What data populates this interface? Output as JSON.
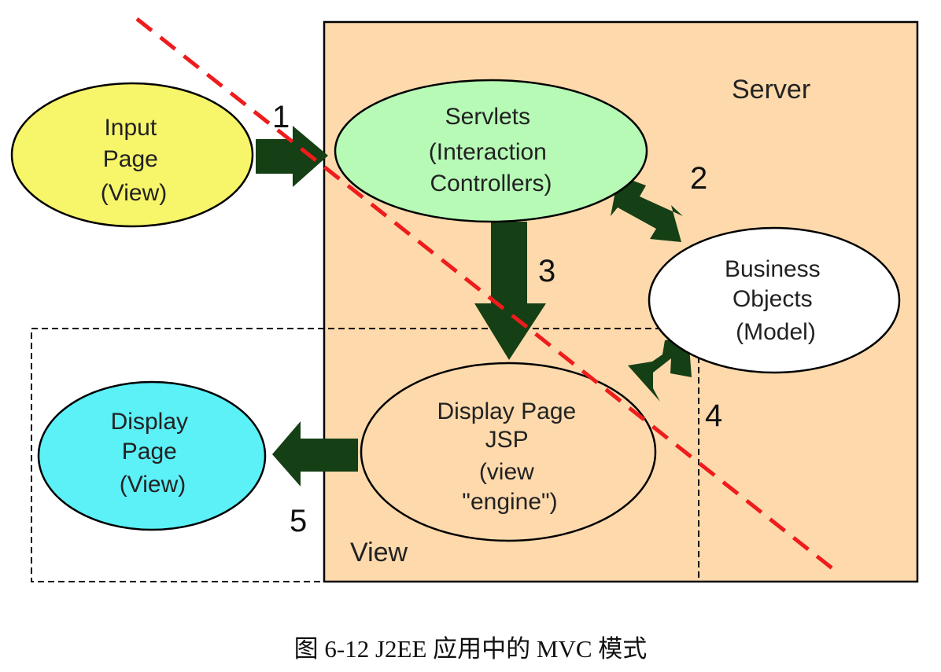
{
  "regions": {
    "server_label": "Server",
    "view_label": "View"
  },
  "nodes": {
    "input_page": {
      "lines": [
        "Input",
        "Page",
        "(View)"
      ],
      "fill": "#f7f56a"
    },
    "servlets": {
      "lines": [
        "Servlets",
        "(Interaction",
        "Controllers)"
      ],
      "fill": "#b6fab6"
    },
    "business_objects": {
      "lines": [
        "Business",
        "Objects",
        "(Model)"
      ],
      "fill": "#ffffff"
    },
    "display_jsp": {
      "lines": [
        "Display Page",
        "JSP",
        "(view",
        "\"engine\")"
      ],
      "fill": "#fdd9ac"
    },
    "display_page": {
      "lines": [
        "Display",
        "Page",
        "(View)"
      ],
      "fill": "#5cf0f7"
    }
  },
  "steps": {
    "s1": "1",
    "s2": "2",
    "s3": "3",
    "s4": "4",
    "s5": "5"
  },
  "colors": {
    "server_fill": "#fdd9ac",
    "arrow_fill": "#153f15",
    "dashed_line": "#ee1c1c"
  },
  "caption": "图 6-12 J2EE 应用中的 MVC 模式"
}
